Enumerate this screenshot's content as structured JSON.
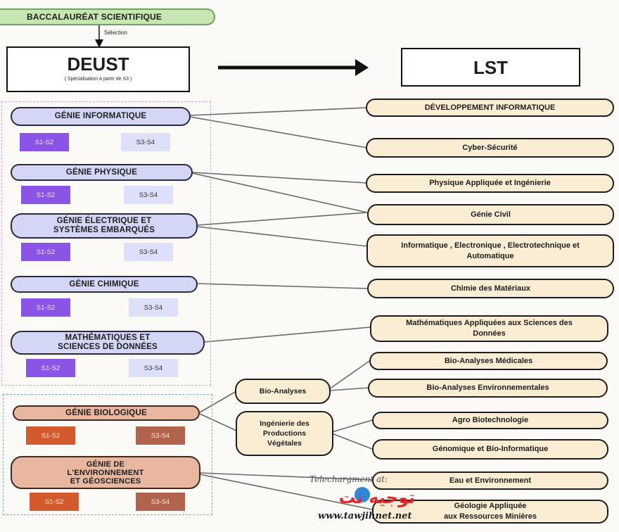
{
  "header": {
    "root_label": "BACCALAURÉAT   SCIENTIFIQUE",
    "selection_label": "Sélection",
    "deust_title": "DEUST",
    "deust_subtitle": "( Spécialisation à partir de S3 )",
    "lst_title": "LST"
  },
  "deust": [
    {
      "label": "GÉNIE   INFORMATIQUE",
      "s1": "S1-S2",
      "s3": "S3-S4"
    },
    {
      "label": "GÉNIE PHYSIQUE",
      "s1": "S1-S2",
      "s3": "S3-S4"
    },
    {
      "label": "GÉNIE  ÉLECTRIQUE ET\nSYSTÈMES  EMBARQUÉS",
      "s1": "S1-S2",
      "s3": "S3-S4"
    },
    {
      "label": "GÉNIE CHIMIQUE",
      "s1": "S1-S2",
      "s3": "S3-S4"
    },
    {
      "label": "MATHÉMATIQUES   ET\nSCIENCES   DE  DONNÉES",
      "s1": "S1-S2",
      "s3": "S3-S4"
    },
    {
      "label": "GÉNIE    BIOLOGIQUE",
      "s1": "S1-S2",
      "s3": "S3-S4"
    },
    {
      "label": "GÉNIE    DE\nL'ENVIRONNEMENT\nET    GÉOSCIENCES",
      "s1": "S1-S2",
      "s3": "S3-S4"
    }
  ],
  "intermediate": [
    {
      "label": "Bio-Analyses"
    },
    {
      "label": "Ingénierie des\nProductions\nVégétales"
    }
  ],
  "lst": [
    {
      "label": "DÉVELOPPEMENT INFORMATIQUE"
    },
    {
      "label": "Cyber-Sécurité"
    },
    {
      "label": "Physique Appliquée et Ingénierie"
    },
    {
      "label": "Génie  Civil"
    },
    {
      "label": "Informatique , Electronique , Electrotechnique et\nAutomatique"
    },
    {
      "label": "Chimie des Matériaux"
    },
    {
      "label": "Mathématiques Appliquées aux Sciences des\nDonnées"
    },
    {
      "label": "Bio-Analyses Médicales"
    },
    {
      "label": "Bio-Analyses Environnementales"
    },
    {
      "label": "Agro Biotechnologie"
    },
    {
      "label": "Génomique et Bio-Informatique"
    },
    {
      "label": "Eau et Environnement"
    },
    {
      "label": "Géologie Appliquée\naux Ressources Minières"
    }
  ],
  "watermark": {
    "caption": "Telechargment at:",
    "logo_text": "توجيه نت",
    "url": "www.tawjihnet.net"
  }
}
